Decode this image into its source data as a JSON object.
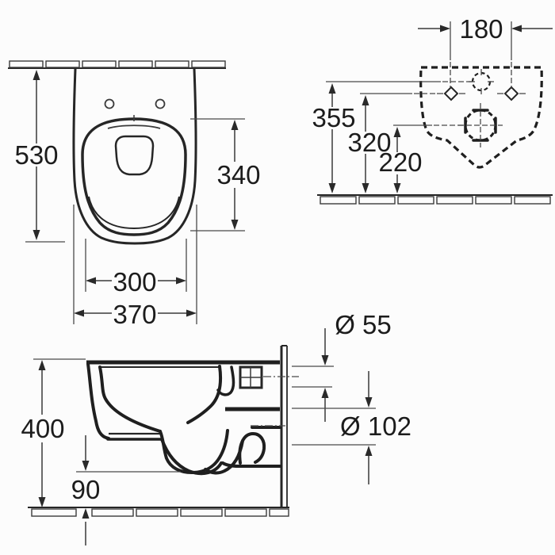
{
  "drawing": {
    "background": "#fcfcfc",
    "ink": "#2a2a2a",
    "top_view": {
      "dim_depth": "530",
      "dim_seat_length": "340",
      "dim_inner_width": "300",
      "dim_width": "370"
    },
    "rear_view": {
      "dim_hole_spacing": "180",
      "dim_top_height": "355",
      "dim_hole_height": "320",
      "dim_outlet_height": "220"
    },
    "side_view": {
      "dim_height": "400",
      "dim_underside": "90",
      "dim_inlet_diameter": "Ø 55",
      "dim_outlet_diameter": "Ø 102"
    }
  }
}
